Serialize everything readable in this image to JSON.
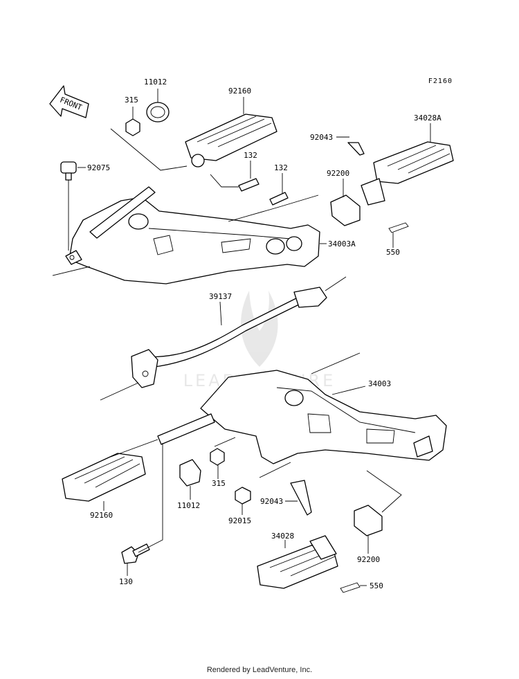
{
  "diagram_code": "F2160",
  "front_label": "FRONT",
  "footer": "Rendered by LeadVenture, Inc.",
  "watermark": "LEADVENTURE",
  "labels": {
    "p11012_top": "11012",
    "p315_top": "315",
    "p92160_top": "92160",
    "p92075": "92075",
    "p132_a": "132",
    "p132_b": "132",
    "p92043_top": "92043",
    "p34028A": "34028A",
    "p92200_top": "92200",
    "p34003A": "34003A",
    "p550_top": "550",
    "p39137": "39137",
    "p34003": "34003",
    "p315_bot": "315",
    "p11012_bot": "11012",
    "p92160_bot": "92160",
    "p92015": "92015",
    "p92043_bot": "92043",
    "p92200_bot": "92200",
    "p34028": "34028",
    "p550_bot": "550",
    "p130": "130"
  }
}
